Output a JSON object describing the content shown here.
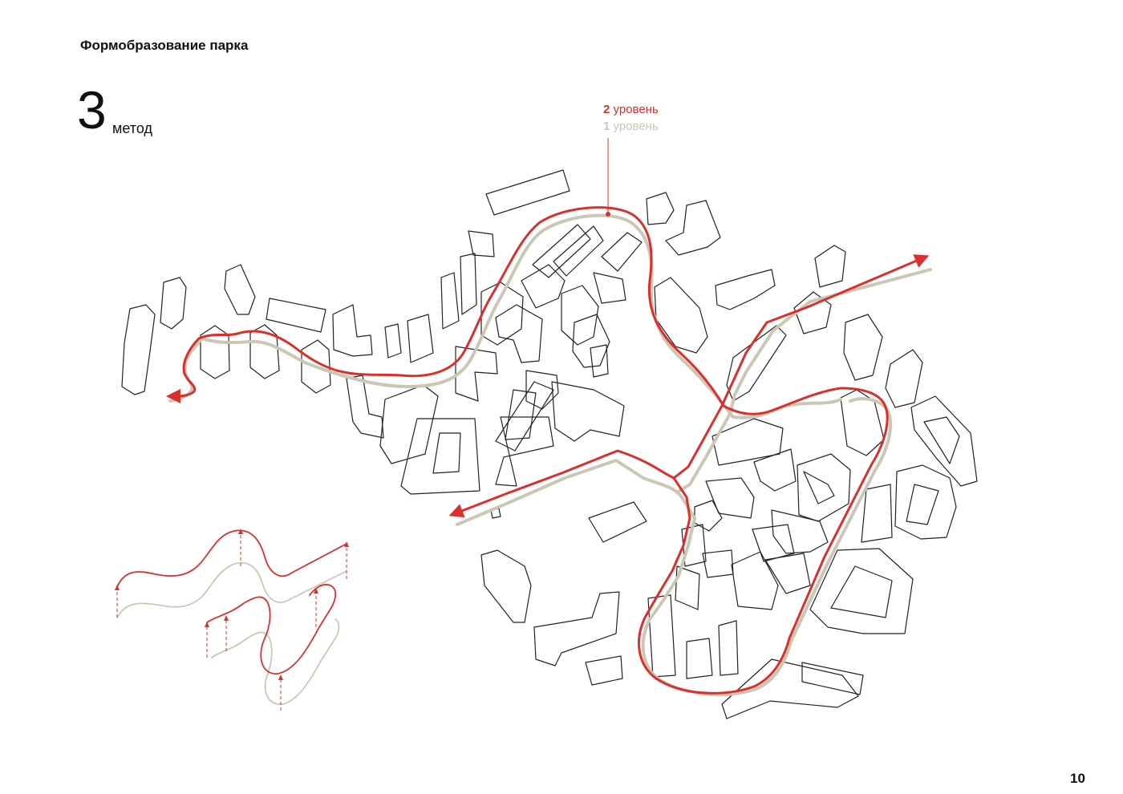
{
  "header": {
    "title": "Формобразование парка"
  },
  "method": {
    "number": "3",
    "label": "метод"
  },
  "legend": {
    "level_2": {
      "number": "2",
      "text": "уровень",
      "color": "#d9302c"
    },
    "level_1": {
      "number": "1",
      "text": "уровень",
      "color": "#cbc7b4"
    }
  },
  "footer": {
    "page_number": "10"
  }
}
